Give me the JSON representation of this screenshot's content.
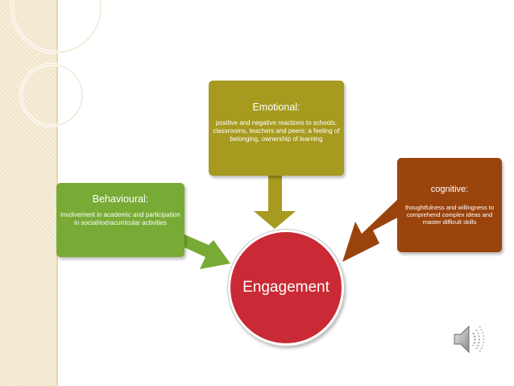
{
  "nodes": {
    "emotional": {
      "title": "Emotional:",
      "body": "positive and negative reactions to schools, classrooms, teachers and peers; a feeling of belonging, ownership of learning",
      "color": "#a69a1f"
    },
    "cognitive": {
      "title": "cognitive:",
      "body": "thoughtfulness and willingness to comprehend complex ideas and master difficult skills",
      "color": "#9b430d"
    },
    "behavioural": {
      "title": "Behavioural:",
      "body": "involvement in academic and participation in social/extracurricular activities",
      "color": "#78ab36"
    },
    "engagement": {
      "label": "Engagement",
      "color": "#c92a35"
    }
  },
  "edges": [
    {
      "from": "emotional",
      "to": "engagement"
    },
    {
      "from": "cognitive",
      "to": "engagement"
    },
    {
      "from": "behavioural",
      "to": "engagement"
    }
  ],
  "icons": {
    "audio": "speaker-icon"
  }
}
